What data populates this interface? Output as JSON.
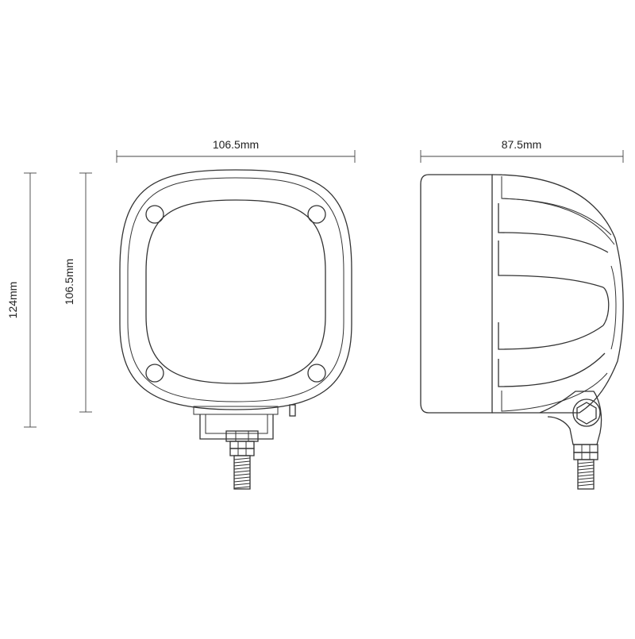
{
  "dimensions": {
    "front_width": "106.5mm",
    "side_depth": "87.5mm",
    "total_height": "124mm",
    "front_height": "106.5mm"
  }
}
